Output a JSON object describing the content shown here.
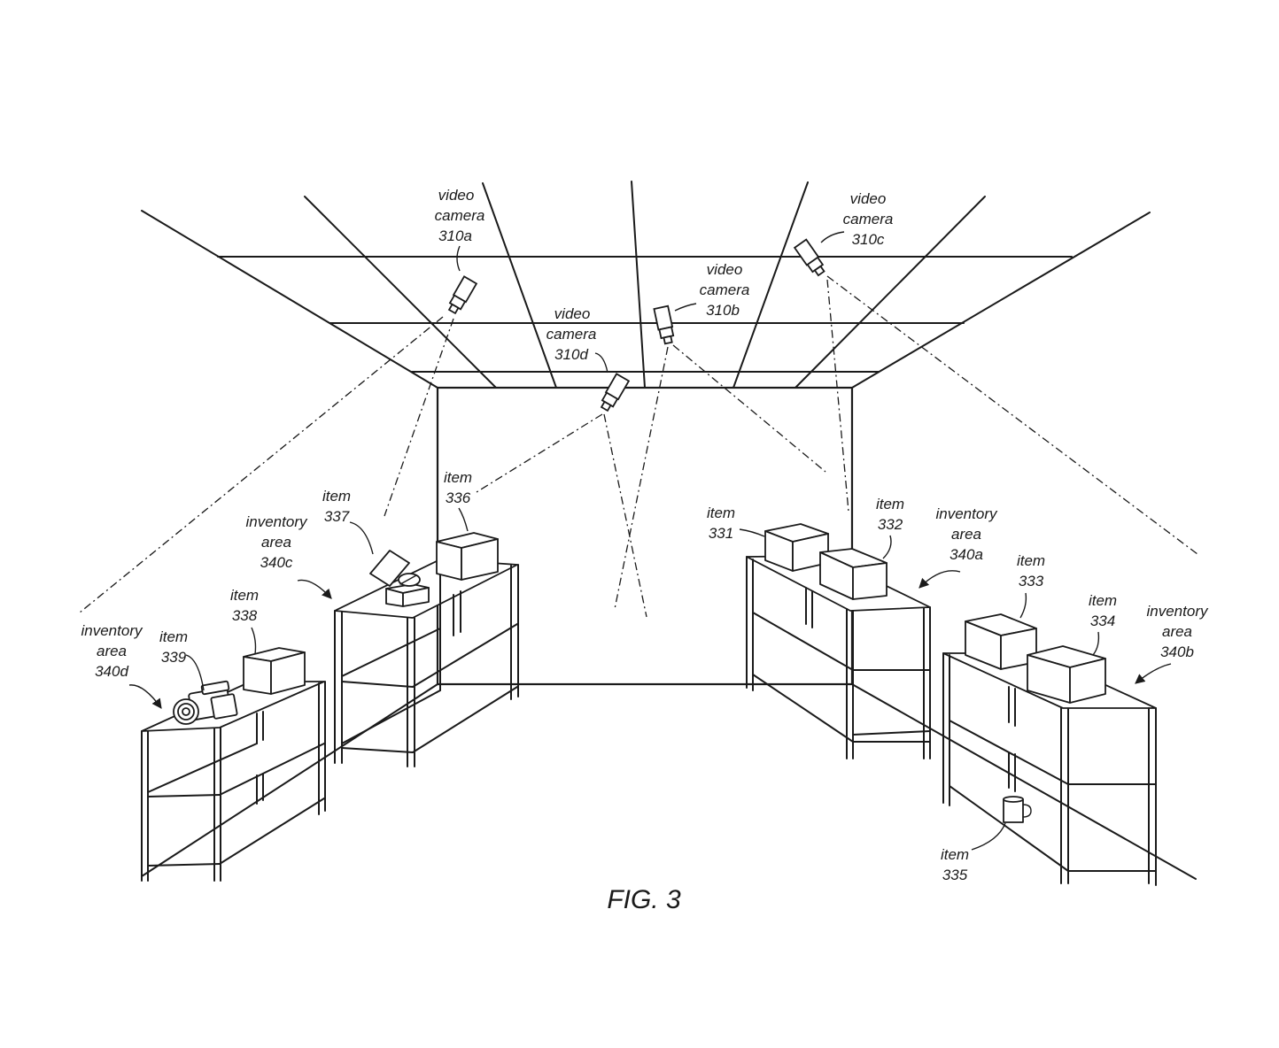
{
  "figure_caption": "FIG. 3",
  "cameras": [
    {
      "id": "310a",
      "lines": [
        "video",
        "camera",
        "310a"
      ]
    },
    {
      "id": "310b",
      "lines": [
        "video",
        "camera",
        "310b"
      ]
    },
    {
      "id": "310c",
      "lines": [
        "video",
        "camera",
        "310c"
      ]
    },
    {
      "id": "310d",
      "lines": [
        "video",
        "camera",
        "310d"
      ]
    }
  ],
  "inventory_areas": [
    {
      "id": "340a",
      "lines": [
        "inventory",
        "area",
        "340a"
      ]
    },
    {
      "id": "340b",
      "lines": [
        "inventory",
        "area",
        "340b"
      ]
    },
    {
      "id": "340c",
      "lines": [
        "inventory",
        "area",
        "340c"
      ]
    },
    {
      "id": "340d",
      "lines": [
        "inventory",
        "area",
        "340d"
      ]
    }
  ],
  "items": [
    {
      "id": "331",
      "lines": [
        "item",
        "331"
      ]
    },
    {
      "id": "332",
      "lines": [
        "item",
        "332"
      ]
    },
    {
      "id": "333",
      "lines": [
        "item",
        "333"
      ]
    },
    {
      "id": "334",
      "lines": [
        "item",
        "334"
      ]
    },
    {
      "id": "335",
      "lines": [
        "item",
        "335"
      ]
    },
    {
      "id": "336",
      "lines": [
        "item",
        "336"
      ]
    },
    {
      "id": "337",
      "lines": [
        "item",
        "337"
      ]
    },
    {
      "id": "338",
      "lines": [
        "item",
        "338"
      ]
    },
    {
      "id": "339",
      "lines": [
        "item",
        "339"
      ]
    }
  ]
}
